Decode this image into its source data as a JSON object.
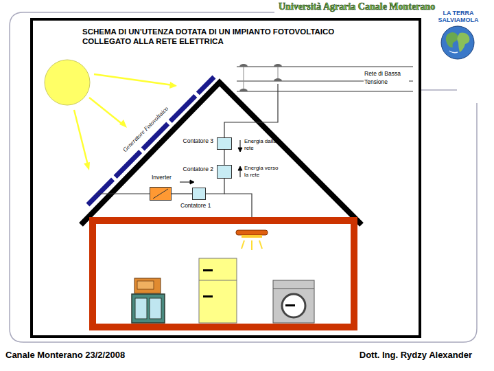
{
  "diagram": {
    "title": "SCHEMA DI UN'UTENZA DOTATA DI UN IMPIANTO FOTOVOLTAICO COLLEGATO ALLA RETE ELETTRICA",
    "nodes": [
      {
        "text": [
          "Contatore 3"
        ]
      },
      {
        "text": [
          "Contatore 2"
        ]
      },
      {
        "text": [
          "Inverter"
        ]
      },
      {
        "text": [
          "Contatore 1"
        ]
      }
    ],
    "edges": [
      {
        "from": 2,
        "to": 3,
        "arrow": "none"
      },
      {
        "from": 3,
        "to": 1,
        "arrow": "none"
      },
      {
        "from": 1,
        "to": 0,
        "arrow": "none"
      }
    ],
    "labels": [
      "Università Agraria Canale Monterano",
      "LA TERRA SALVIAMOLA",
      "Generatore Fotovoltaico",
      "Energia dalla rete",
      "Energia verso la rete",
      "Rete di Bassa Tensione",
      "Canale Monterano 23/2/2008",
      "Dott. Ing. Rydzy Alexander"
    ]
  }
}
